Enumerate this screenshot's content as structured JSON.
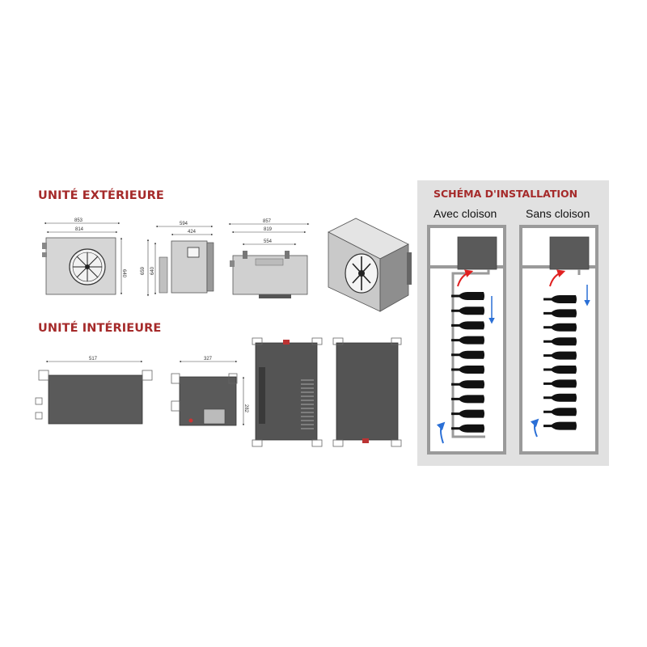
{
  "sections": {
    "exterior_title": "UNITÉ EXTÉRIEURE",
    "interior_title": "UNITÉ INTÉRIEURE"
  },
  "exterior_dimensions": {
    "front_width_outer": "853",
    "front_width_inner": "814",
    "front_height": "640",
    "side_depth_outer": "594",
    "side_depth_inner": "424",
    "side_height_outer": "659",
    "side_height_inner": "640",
    "top_width_outer": "857",
    "top_width_mid": "819",
    "top_width_inner": "554"
  },
  "interior_dimensions": {
    "front_width": "517",
    "side_depth": "327",
    "height": "282"
  },
  "installation": {
    "title": "SCHÉMA D'INSTALLATION",
    "with_partition": "Avec cloison",
    "without_partition": "Sans cloison",
    "bottle_count": 10
  },
  "colors": {
    "title_red": "#a52a2a",
    "panel_bg": "#e1e1e1",
    "unit_dark": "#5a5a5a",
    "unit_light": "#c8c8c8",
    "hot_air": "#e02020",
    "cold_air": "#2a6fd6"
  }
}
